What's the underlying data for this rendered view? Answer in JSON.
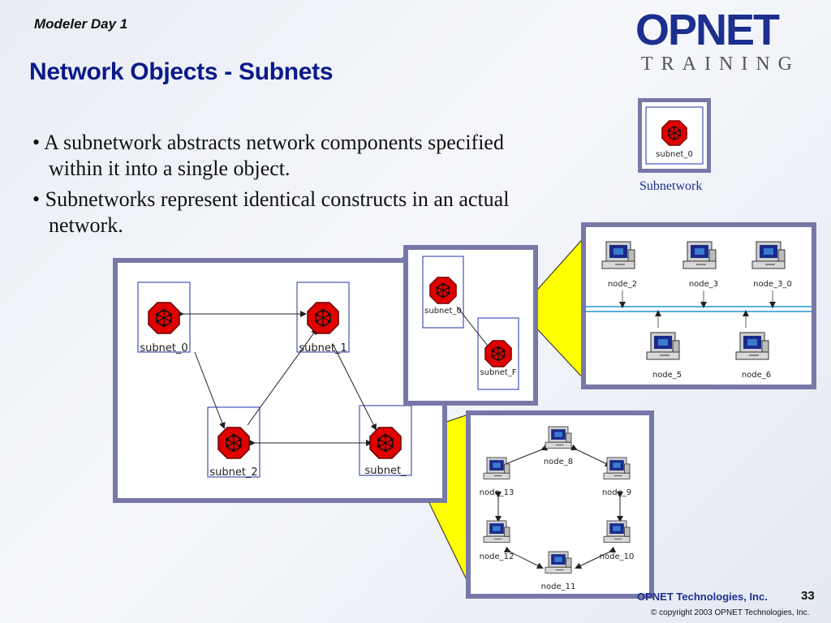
{
  "header": {
    "text": "Modeler Day 1"
  },
  "logo": {
    "main": "OPNET",
    "sub": "TRAINING"
  },
  "title": "Network Objects - Subnets",
  "bullets": [
    "• A subnetwork abstracts network components specified within it into a single object.",
    "• Subnetworks represent identical constructs in an actual network."
  ],
  "caption": "Subnetwork",
  "subnet_icon_label": "subnet_0",
  "main_diagram": {
    "subnets": [
      "subnet_0",
      "subnet_1",
      "subnet_2",
      "subnet_"
    ]
  },
  "middle_diagram": {
    "subnets": [
      "subnet_0",
      "subnet_F"
    ]
  },
  "lan_diagram": {
    "nodes": [
      "node_2",
      "node_3",
      "node_3_0",
      "node_5",
      "node_6"
    ]
  },
  "ring_diagram": {
    "nodes": [
      "node_8",
      "node_13",
      "node_9",
      "node_12",
      "node_10",
      "node_11"
    ]
  },
  "footer": {
    "company": "OPNET Technologies, Inc.",
    "page": "33",
    "copyright": "© copyright 2003 OPNET Technologies, Inc."
  },
  "colors": {
    "title": "#0a1a8a",
    "frame": "#7878a8",
    "callout": "#ffff00",
    "subnet": "#e00000"
  }
}
